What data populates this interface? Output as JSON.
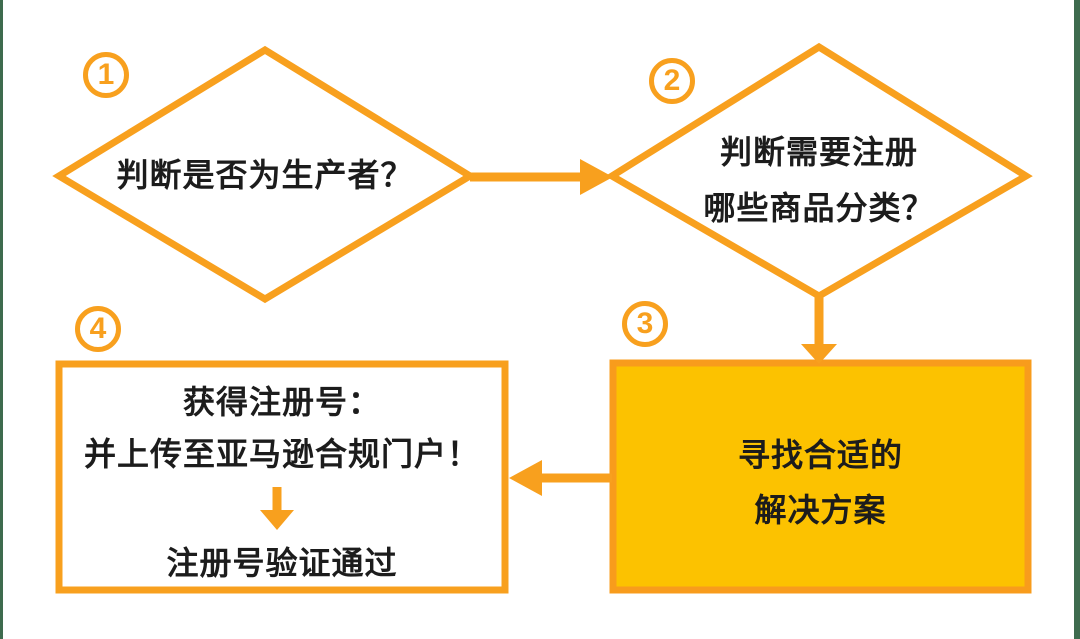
{
  "colors": {
    "accent_orange": "#F8A01E",
    "box3_fill": "#FCC200",
    "box3_border": "#F89C1C",
    "edge_green": "#3E6B4E",
    "text_black": "#1C1C1C"
  },
  "steps": {
    "step1": {
      "number": "1",
      "text": "判断是否为生产者？"
    },
    "step2": {
      "number": "2",
      "line1": "判断需要注册",
      "line2": "哪些商品分类？"
    },
    "step3": {
      "number": "3",
      "line1": "寻找合适的",
      "line2": "解决方案"
    },
    "step4": {
      "number": "4",
      "line1": "获得注册号：",
      "line2": "并上传至亚马逊合规门户！",
      "line3": "注册号验证通过"
    }
  }
}
